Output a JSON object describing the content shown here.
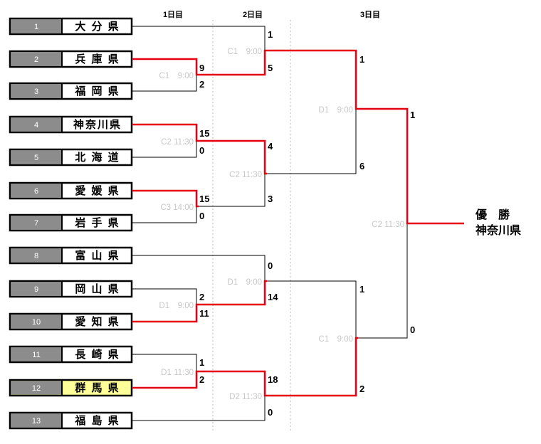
{
  "day_labels": [
    "1日目",
    "2日目",
    "3日目"
  ],
  "teams": [
    {
      "seed": "1",
      "name": "大 分 県"
    },
    {
      "seed": "2",
      "name": "兵 庫 県"
    },
    {
      "seed": "3",
      "name": "福 岡 県"
    },
    {
      "seed": "4",
      "name": "神奈川県"
    },
    {
      "seed": "5",
      "name": "北 海 道"
    },
    {
      "seed": "6",
      "name": "愛 媛 県"
    },
    {
      "seed": "7",
      "name": "岩 手 県"
    },
    {
      "seed": "8",
      "name": "富 山 県"
    },
    {
      "seed": "9",
      "name": "岡 山 県"
    },
    {
      "seed": "10",
      "name": "愛 知 県"
    },
    {
      "seed": "11",
      "name": "長 崎 県"
    },
    {
      "seed": "12",
      "name": "群 馬 県"
    },
    {
      "seed": "13",
      "name": "福 島 県"
    }
  ],
  "highlight_color": "#ffff99",
  "winner_line_color": "#e60012",
  "matches": {
    "r1a": {
      "slot": "C1　9:00",
      "top": "9",
      "bottom": "2"
    },
    "r1b": {
      "slot": "C2 11:30",
      "top": "15",
      "bottom": "0"
    },
    "r1c": {
      "slot": "C3 14:00",
      "top": "15",
      "bottom": "0"
    },
    "r1d": {
      "slot": "D1　9:00",
      "top": "2",
      "bottom": "11"
    },
    "r1e": {
      "slot": "D1 11:30",
      "top": "1",
      "bottom": "2"
    },
    "r2a": {
      "slot": "C1　9:00",
      "top": "1",
      "bottom": "5"
    },
    "r2b": {
      "slot": "C2 11:30",
      "top": "4",
      "bottom": "3"
    },
    "r2c": {
      "slot": "D1　9:00",
      "top": "0",
      "bottom": "14"
    },
    "r2d": {
      "slot": "D2 11:30",
      "top": "18",
      "bottom": "0"
    },
    "r3a": {
      "slot": "D1　9:00",
      "top": "1",
      "bottom": "6"
    },
    "r3b": {
      "slot": "C1　9:00",
      "top": "1",
      "bottom": "2"
    },
    "final": {
      "slot": "C2 11:30",
      "top": "1",
      "bottom": "0"
    }
  },
  "champion": {
    "title": "優　勝",
    "name": "神奈川県"
  }
}
